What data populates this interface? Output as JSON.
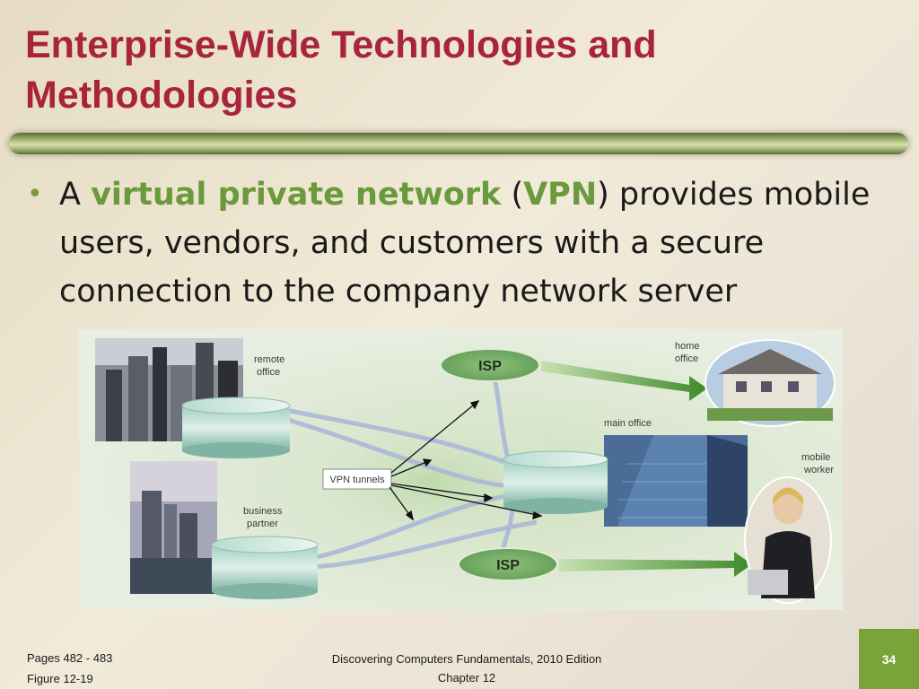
{
  "slide": {
    "title_line1": "Enterprise-Wide Technologies and",
    "title_line2": "Methodologies",
    "bullet": {
      "pre": "A ",
      "term": "virtual private network",
      "paren_open": " (",
      "abbr": "VPN",
      "post_line1": ") provides mobile",
      "line2": "users, vendors, and customers with a secure",
      "line3": "connection to the company network server"
    }
  },
  "figure": {
    "labels": {
      "remote_office_1": "remote",
      "remote_office_2": "office",
      "business_partner_1": "business",
      "business_partner_2": "partner",
      "home_office_1": "home",
      "home_office_2": "office",
      "main_office": "main office",
      "mobile_worker_1": "mobile",
      "mobile_worker_2": "worker",
      "vpn_tunnels": "VPN tunnels",
      "isp_top": "ISP",
      "isp_bottom": "ISP"
    }
  },
  "footer": {
    "pages": "Pages 482 - 483",
    "figure": "Figure 12-19",
    "book": "Discovering Computers Fundamentals, 2010 Edition",
    "chapter": "Chapter 12",
    "page_number": "34"
  },
  "colors": {
    "title": "#a8243a",
    "highlight": "#6a9a3c",
    "accent": "#7aa43a"
  }
}
